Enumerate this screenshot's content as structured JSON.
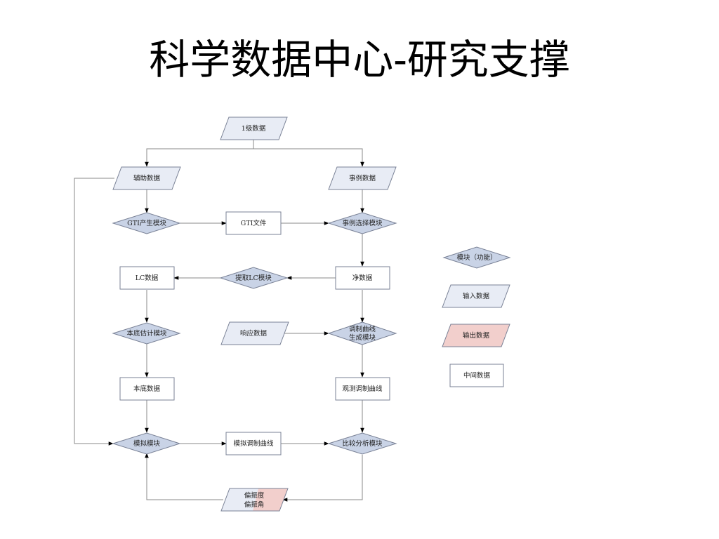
{
  "title": "科学数据中心-研究支撑",
  "colors": {
    "process_fill": "#c9d3e6",
    "input_fill": "#e8ecf5",
    "output_fill": "#f2cfcc",
    "intermediate_fill": "#ffffff",
    "stroke": "#7a8296",
    "line": "#888888"
  },
  "nodes": {
    "level1_data": "1级数据",
    "aux_data": "辅助数据",
    "event_data": "事例数据",
    "gti_module": "GTI产生模块",
    "gti_file": "GTI文件",
    "event_select_module": "事例选择模块",
    "lc_data": "LC数据",
    "extract_lc_module": "提取LC模块",
    "clean_data": "净数据",
    "bg_estimate_module": "本底估计模块",
    "response_data": "响应数据",
    "mod_curve_module_line1": "调制曲线",
    "mod_curve_module_line2": "生成模块",
    "bg_data": "本底数据",
    "obs_mod_curve": "观测调制曲线",
    "sim_module": "模拟模块",
    "sim_mod_curve": "模拟调制曲线",
    "compare_module": "比较分析模块",
    "output_line1": "偏振度",
    "output_line2": "偏振角"
  },
  "legend": {
    "module": "模块（功能）",
    "input": "输入数据",
    "output": "输出数据",
    "intermediate": "中间数据"
  }
}
